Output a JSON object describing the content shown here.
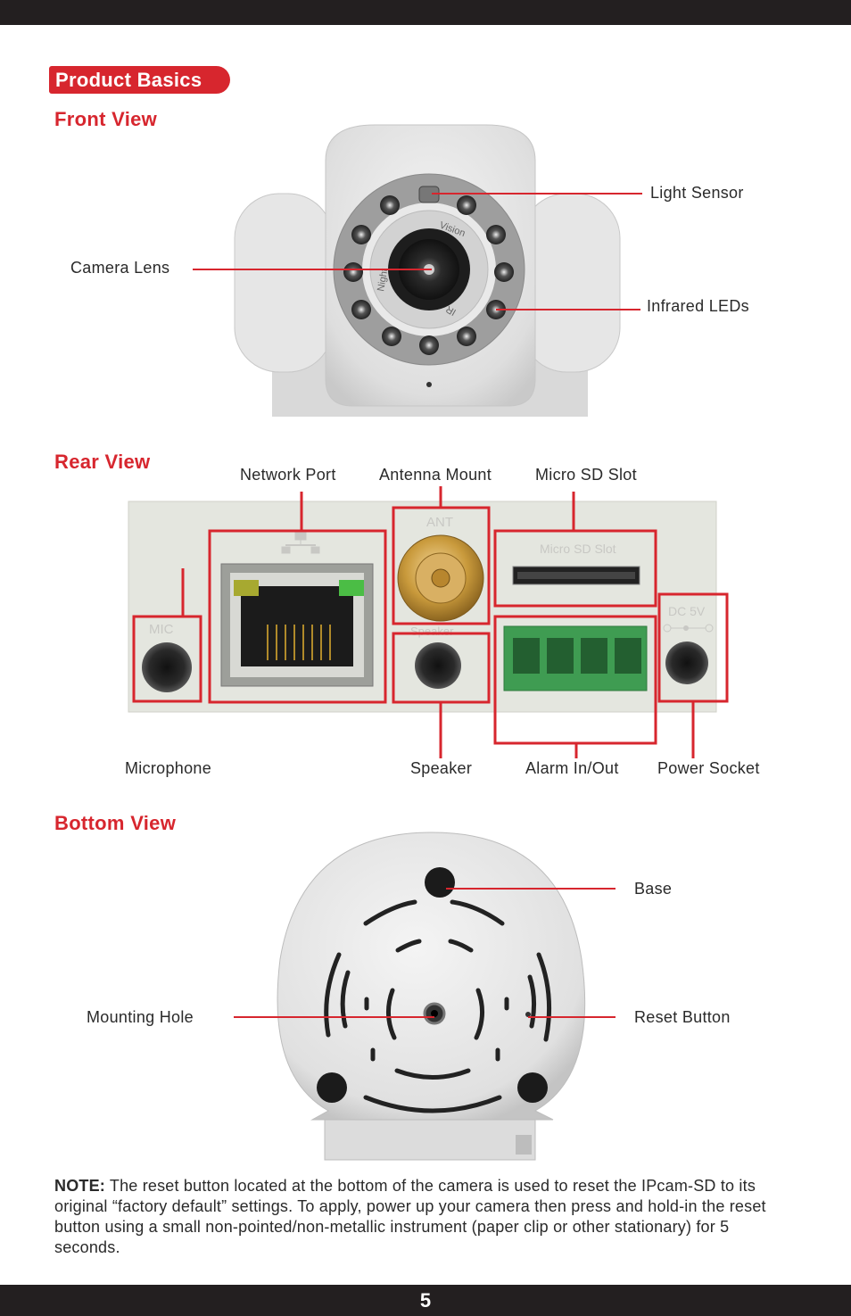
{
  "header": {
    "badge": "Product Basics"
  },
  "front_view": {
    "title": "Front View",
    "labels": {
      "light_sensor": "Light Sensor",
      "camera_lens": "Camera Lens",
      "infrared_leds": "Infrared LEDs"
    },
    "ring_text": {
      "top": "Vision",
      "left": "Night",
      "right": "IR"
    }
  },
  "rear_view": {
    "title": "Rear View",
    "labels": {
      "network_port": "Network Port",
      "antenna_mount": "Antenna Mount",
      "micro_sd_slot": "Micro SD Slot",
      "microphone": "Microphone",
      "speaker": "Speaker",
      "alarm": "Alarm In/Out",
      "power_socket": "Power Socket"
    },
    "panel_text": {
      "ant": "ANT",
      "micro_sd": "Micro SD Slot",
      "dc": "DC 5V",
      "mic": "MIC",
      "speaker": "Speaker"
    }
  },
  "bottom_view": {
    "title": "Bottom View",
    "labels": {
      "base": "Base",
      "mounting_hole": "Mounting Hole",
      "reset_button": "Reset Button"
    }
  },
  "note": {
    "label": "NOTE:",
    "text": " The reset button located at the bottom of the camera is used to reset the IPcam-SD to its original “factory default” settings. To apply, power up your camera then press and hold-in the reset button using a small non-pointed/non-metallic instrument (paper clip or other stationary) for 5 seconds."
  },
  "footer": {
    "page_number": "5"
  },
  "colors": {
    "accent": "#d7262e",
    "bar": "#231f20"
  }
}
